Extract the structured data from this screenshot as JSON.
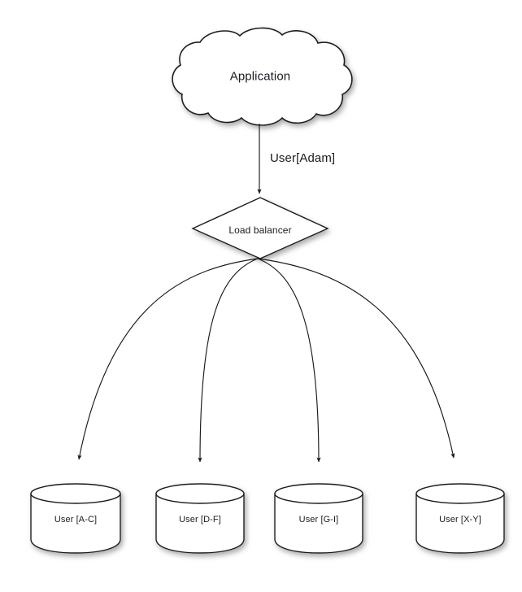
{
  "diagram": {
    "type": "architecture-flow-diagram",
    "background_color": "#ffffff",
    "stroke_color": "#1a1a1a",
    "text_color": "#1b1b22",
    "nodes": {
      "application": {
        "label": "Application",
        "shape": "cloud"
      },
      "load_balancer": {
        "label": "Load balancer",
        "shape": "diamond"
      },
      "databases": [
        {
          "label": "User [A-C]",
          "shape": "cylinder"
        },
        {
          "label": "User [D-F]",
          "shape": "cylinder"
        },
        {
          "label": "User [G-I]",
          "shape": "cylinder"
        },
        {
          "label": "User [X-Y]",
          "shape": "cylinder"
        }
      ]
    },
    "edges": [
      {
        "from": "application",
        "to": "load_balancer",
        "label": "User[Adam]"
      },
      {
        "from": "load_balancer",
        "to": "db-0",
        "label": ""
      },
      {
        "from": "load_balancer",
        "to": "db-1",
        "label": ""
      },
      {
        "from": "load_balancer",
        "to": "db-2",
        "label": ""
      },
      {
        "from": "load_balancer",
        "to": "db-3",
        "label": ""
      }
    ]
  }
}
